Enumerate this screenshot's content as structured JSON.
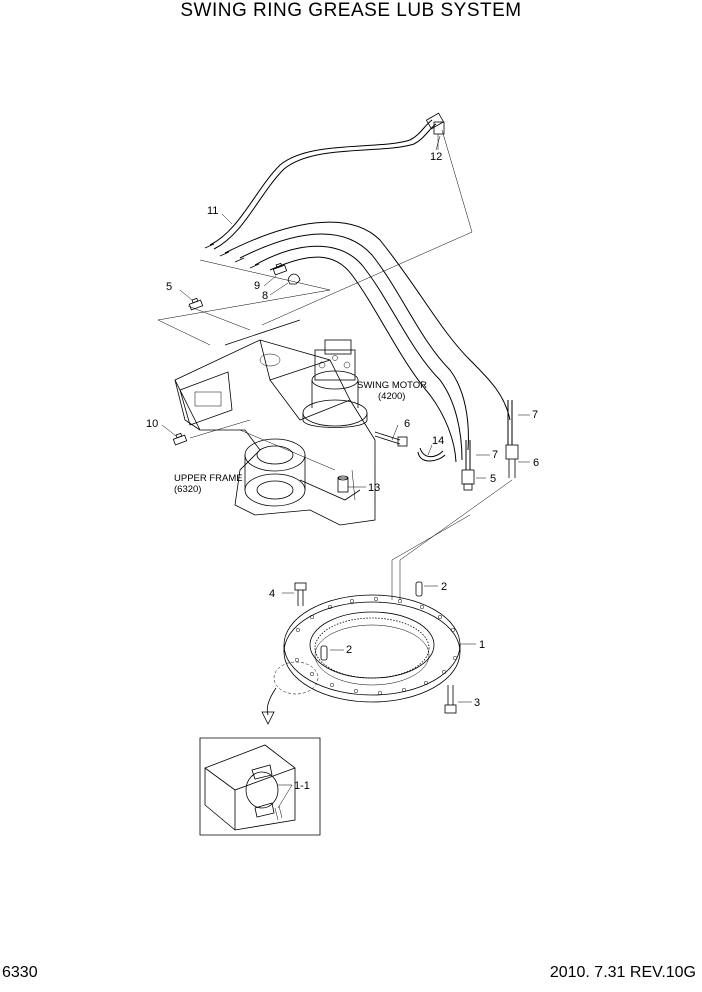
{
  "title": "SWING RING GREASE LUB SYSTEM",
  "footer": {
    "page": "6330",
    "date_rev": "2010. 7.31  REV.10G"
  },
  "callouts": {
    "c1": "1",
    "c1_1": "1-1",
    "c2a": "2",
    "c2b": "2",
    "c3": "3",
    "c4": "4",
    "c5a": "5",
    "c5b": "5",
    "c6a": "6",
    "c6b": "6",
    "c7a": "7",
    "c7b": "7",
    "c8": "8",
    "c9": "9",
    "c10": "10",
    "c11": "11",
    "c12": "12",
    "c13": "13",
    "c14": "14"
  },
  "captions": {
    "swing_motor": "SWING MOTOR",
    "swing_motor_ref": "(4200)",
    "upper_frame": "UPPER FRAME",
    "upper_frame_ref": "(6320)"
  }
}
